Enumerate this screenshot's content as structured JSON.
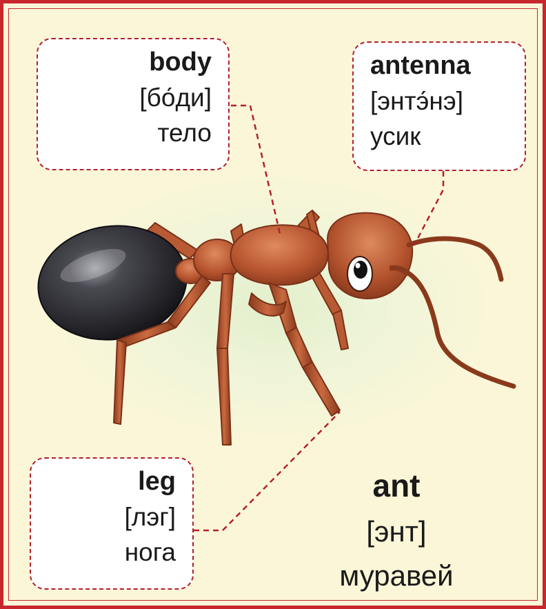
{
  "colors": {
    "border": "#c6262c",
    "dashed_line": "#b3202a",
    "background": "#fbf6d8",
    "ant_body": "#b5532e",
    "ant_abdomen": "#1e1e24"
  },
  "labels": {
    "body": {
      "en": "body",
      "transcription": "[бо́ди]",
      "ru": "тело"
    },
    "antenna": {
      "en": "antenna",
      "transcription": "[энтэ́нэ]",
      "ru": "усик"
    },
    "leg": {
      "en": "leg",
      "transcription": "[лэг]",
      "ru": "нога"
    }
  },
  "main": {
    "en": "ant",
    "transcription": "[энт]",
    "ru": "муравей"
  },
  "illustration": {
    "subject": "ant",
    "icon": "ant-illustration"
  }
}
